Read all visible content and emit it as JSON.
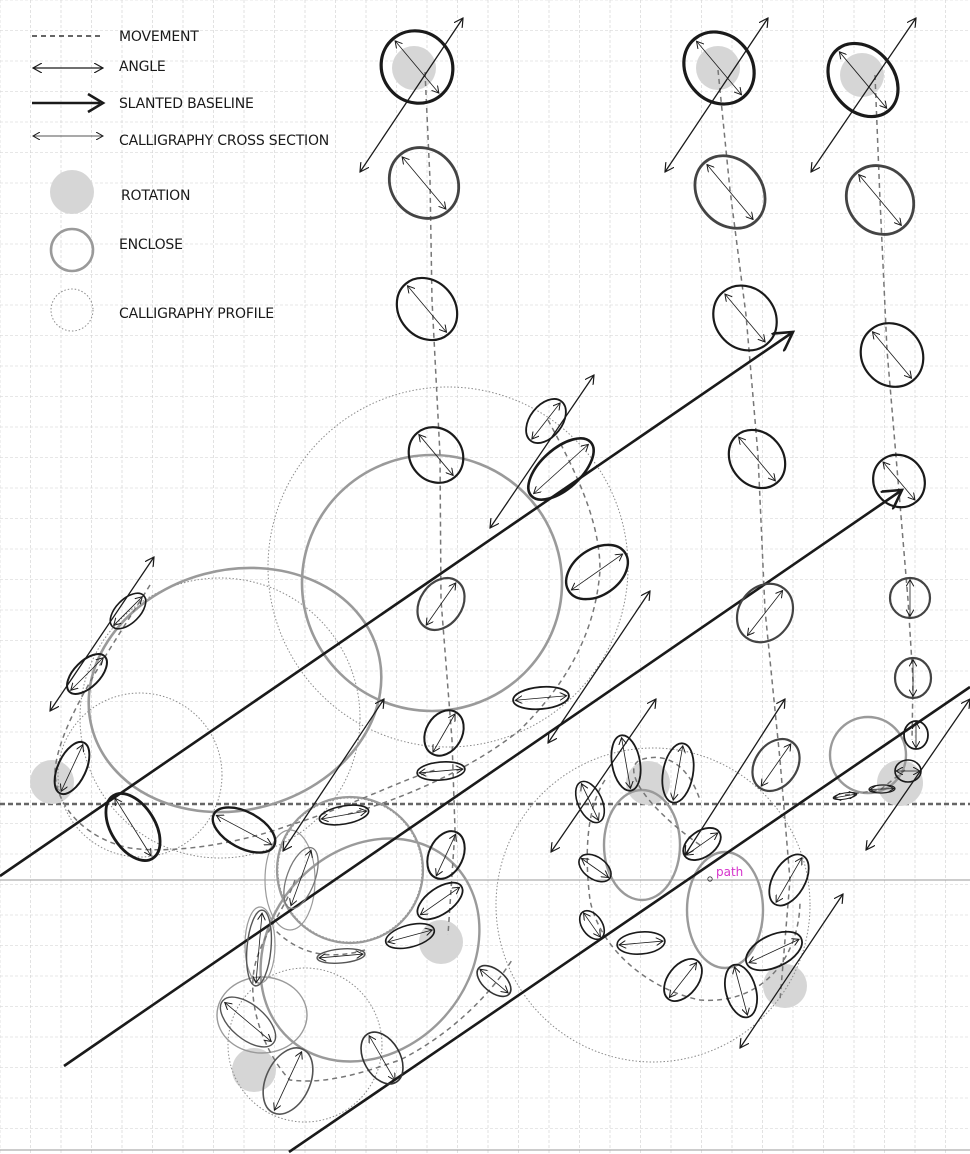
{
  "legend": {
    "movement": "MOVEMENT",
    "angle": "ANGLE",
    "slanted_baseline": "SLANTED  BASELINE",
    "cross_section": "CALLIGRAPHY CROSS SECTION",
    "rotation": "ROTATION",
    "enclose": "ENCLOSE",
    "calligraphy_profile": "CALLIGRAPHY PROFILE"
  },
  "annotations": {
    "path_label": "path"
  },
  "colors": {
    "ink": "#1a1a1a",
    "grid": "#cfcfcf",
    "enclose": "#9a9a9a",
    "rotation_fill": "#d6d6d6",
    "profile": "#8a8a8a",
    "path_label": "#d633cc"
  }
}
